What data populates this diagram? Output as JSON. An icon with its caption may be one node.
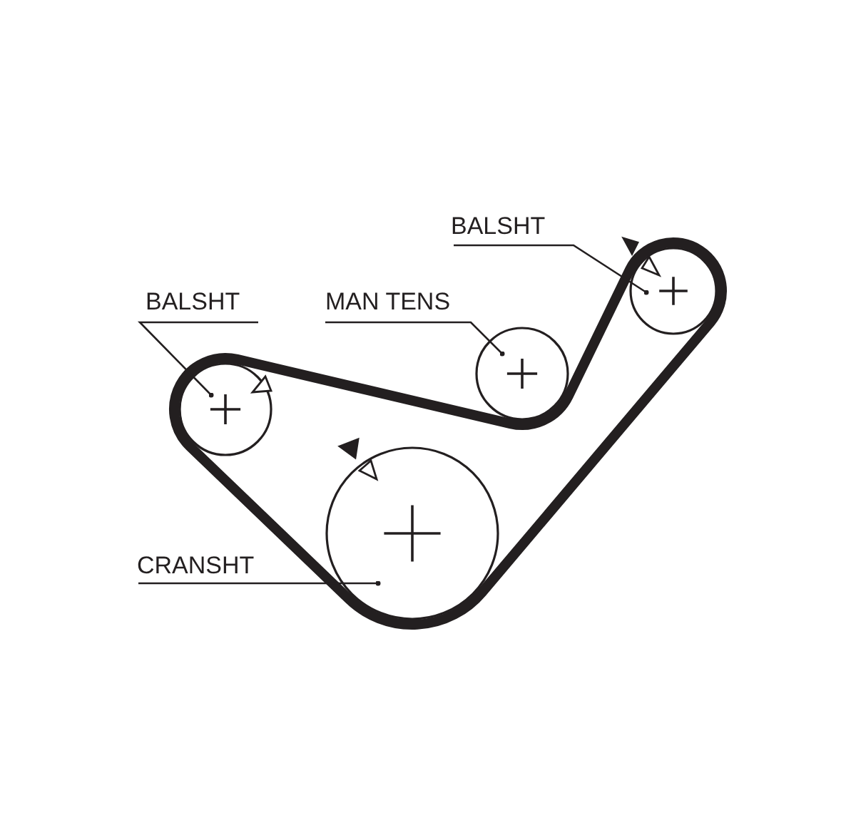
{
  "diagram": {
    "nodes": [
      {
        "text": [
          "BALSHT"
        ]
      },
      {
        "text": [
          "MAN TENS"
        ]
      },
      {
        "text": [
          "BALSHT"
        ]
      },
      {
        "text": [
          "CRANSHT"
        ]
      },
      {
        "text": [],
        "shape": "circle"
      },
      {
        "text": [],
        "shape": "circle"
      },
      {
        "text": [],
        "shape": "circle"
      },
      {
        "text": [],
        "shape": "circle"
      }
    ],
    "edges": [
      {
        "from": 2,
        "to": 6,
        "arrow": "other"
      },
      {
        "from": 0,
        "to": 4,
        "arrow": "other"
      },
      {
        "from": 1,
        "to": 5,
        "arrow": "other"
      },
      {
        "from": 3,
        "to": 7,
        "arrow": "other"
      }
    ]
  }
}
